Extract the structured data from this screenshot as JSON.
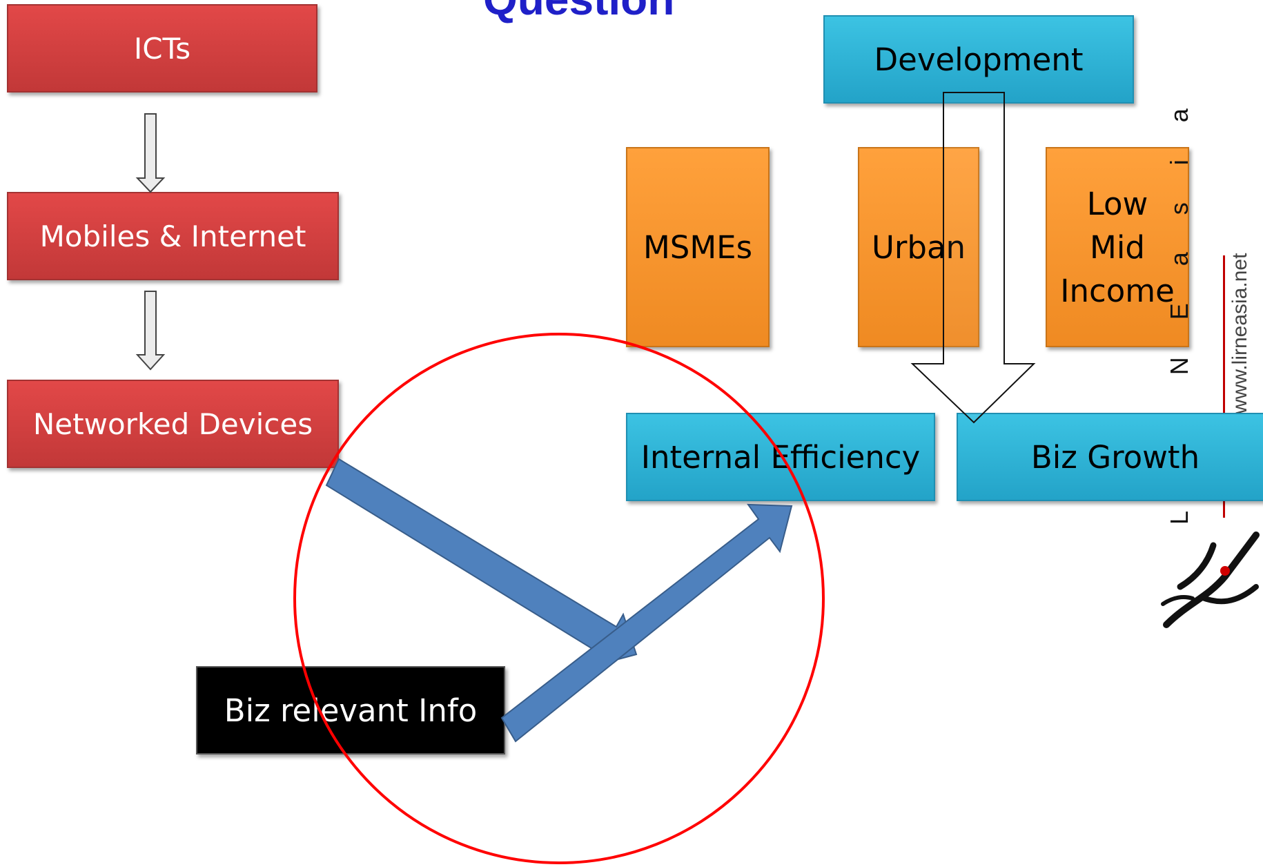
{
  "title": "Question",
  "boxes": {
    "icts": "ICTs",
    "mobiles_internet": "Mobiles & Internet",
    "networked_devices": "Networked Devices",
    "biz_relevant_info": "Biz relevant Info",
    "development": "Development",
    "msmes": "MSMEs",
    "urban": "Urban",
    "low_mid_income": "Low\nMid\nIncome",
    "internal_efficiency": "Internal Efficiency",
    "biz_growth": "Biz Growth"
  },
  "logo": {
    "letters": "L I R N E a s i a",
    "url": "www.lirneasia.net"
  },
  "colors": {
    "red_box": "#d94040",
    "blue_box": "#2fb4d6",
    "orange_box": "#f7952f",
    "black_box": "#000000",
    "arrow_blue": "#4f81bd",
    "circle_red": "#ff0000",
    "title_blue": "#1f20c8"
  }
}
